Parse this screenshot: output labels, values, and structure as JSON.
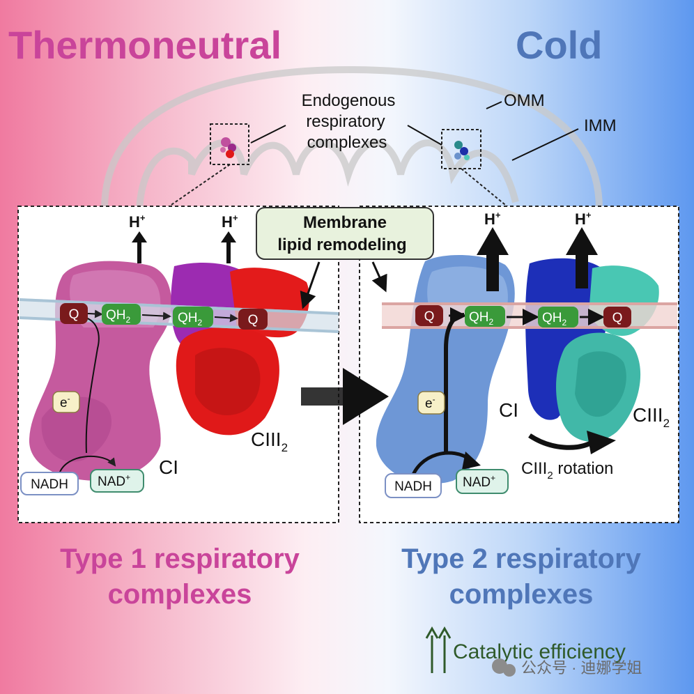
{
  "titles": {
    "left": "Thermoneutral",
    "right": "Cold"
  },
  "top_labels": {
    "endogenous": [
      "Endogenous",
      "respiratory",
      "complexes"
    ],
    "omm": "OMM",
    "imm": "IMM"
  },
  "callout": {
    "line1": "Membrane",
    "line2": "lipid remodeling"
  },
  "proton": "H",
  "proton_sup": "+",
  "boxes": {
    "q": "Q",
    "qh2": "QH",
    "qh2_sub": "2",
    "electron": "e",
    "electron_sup": "-",
    "nadh": "NADH",
    "nad": "NAD",
    "nad_sup": "+"
  },
  "complexes": {
    "ci": "CI",
    "ciii": "CIII",
    "ciii_sub": "2"
  },
  "rotation": {
    "prefix": "CIII",
    "sub": "2",
    "suffix": " rotation"
  },
  "types": {
    "left": [
      "Type 1 respiratory",
      "complexes"
    ],
    "right": [
      "Type 2 respiratory",
      "complexes"
    ]
  },
  "footer": {
    "text": "Catalytic efficiency",
    "watermark": "公众号 · 迪娜学姐"
  },
  "colors": {
    "thermo": "#c9449a",
    "cold": "#4f76b8",
    "q": "#7a1a1c",
    "qh2": "#3a9a3a",
    "footer": "#2f5a2a"
  }
}
